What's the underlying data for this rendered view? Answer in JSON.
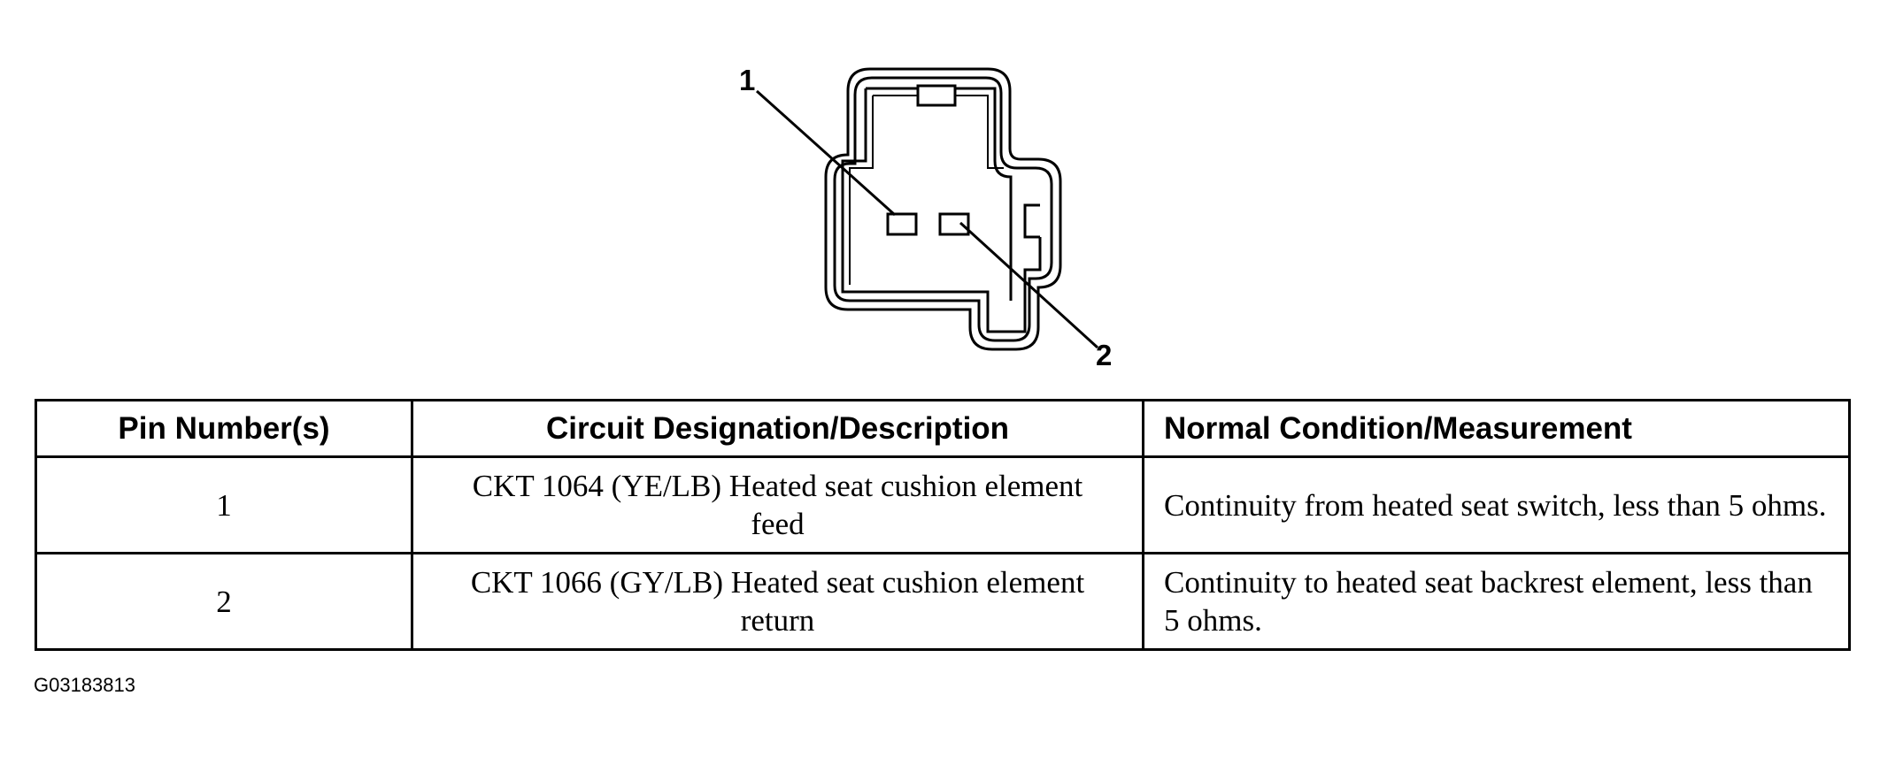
{
  "diagram": {
    "pin_labels": [
      "1",
      "2"
    ]
  },
  "table": {
    "headers": [
      "Pin Number(s)",
      "Circuit Designation/Description",
      "Normal Condition/Measurement"
    ],
    "rows": [
      {
        "pin": "1",
        "circuit": "CKT 1064 (YE/LB) Heated seat cushion element feed",
        "condition": "Continuity from heated seat switch, less than 5 ohms."
      },
      {
        "pin": "2",
        "circuit": "CKT 1066 (GY/LB) Heated seat cushion element return",
        "condition": "Continuity to heated seat backrest element, less than 5 ohms."
      }
    ]
  },
  "figure_id": "G03183813"
}
